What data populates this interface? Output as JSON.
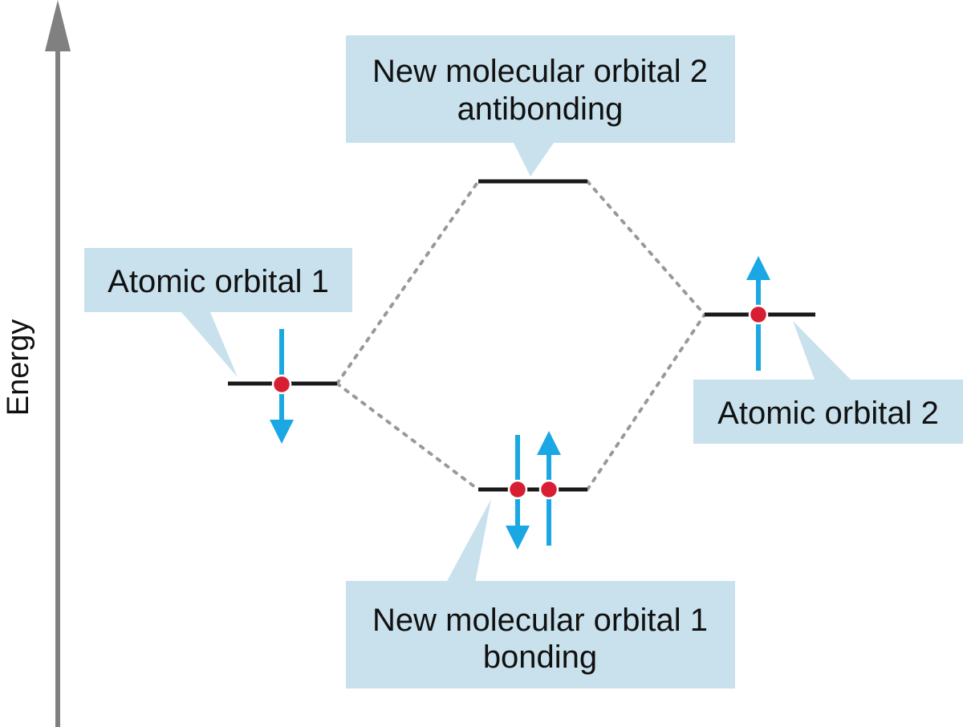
{
  "axis": {
    "label": "Energy"
  },
  "labels": {
    "antibonding_line1": "New molecular orbital 2",
    "antibonding_line2": "antibonding",
    "atomic1": "Atomic orbital 1",
    "atomic2": "Atomic orbital 2",
    "bonding_line1": "New molecular orbital 1",
    "bonding_line2": "bonding"
  },
  "electrons": {
    "atomic_orbital_1": [
      "spin-down"
    ],
    "atomic_orbital_2": [
      "spin-up"
    ],
    "molecular_orbital_1": [
      "spin-down",
      "spin-up"
    ],
    "molecular_orbital_2": []
  },
  "colors": {
    "callout_background": "#c8e1ec",
    "electron_dot": "#d81e33",
    "spin_arrow": "#1aa7e4",
    "level_line": "#1a1a1a",
    "connector": "#999999",
    "axis": "#808080"
  }
}
